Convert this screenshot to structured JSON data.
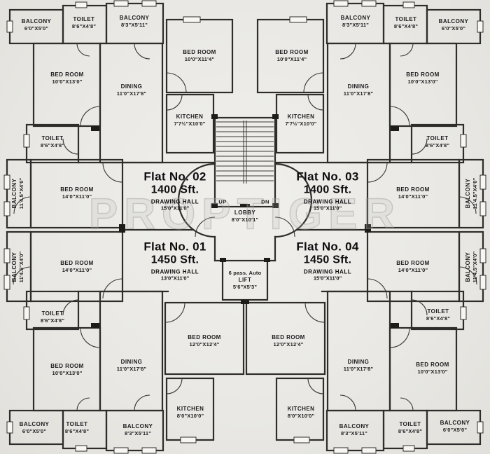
{
  "watermark": "PROPTIGER",
  "core": {
    "up": "UP",
    "dn": "DN",
    "lobby_name": "LOBBY",
    "lobby_dims": "8'0\"X10'1\"",
    "lift_line1": "6 pass. Auto",
    "lift_line2": "LIFT",
    "lift_dims": "5'6\"X5'3\""
  },
  "flats": {
    "flat01": {
      "title": "Flat No. 01",
      "area": "1450 Sft.",
      "hall": "DRAWING HALL",
      "hall_dims": "13'0\"X11'0\""
    },
    "flat02": {
      "title": "Flat No. 02",
      "area": "1400 Sft.",
      "hall": "DRAWING HALL",
      "hall_dims": "15'0\"X11'0\""
    },
    "flat03": {
      "title": "Flat No. 03",
      "area": "1400 Sft.",
      "hall": "DRAWING HALL",
      "hall_dims": "15'0\"X11'0\""
    },
    "flat04": {
      "title": "Flat No. 04",
      "area": "1450 Sft.",
      "hall": "DRAWING HALL",
      "hall_dims": "15'0\"X11'0\""
    }
  },
  "rooms": {
    "balcony_tl_a": {
      "name": "BALCONY",
      "dims": "6'0\"X5'0\""
    },
    "toilet_tl_a": {
      "name": "TOILET",
      "dims": "8'6\"X4'8\""
    },
    "balcony_tl_b": {
      "name": "BALCONY",
      "dims": "8'3\"X5'11\""
    },
    "bedroom_tl": {
      "name": "BED ROOM",
      "dims": "10'0\"X13'0\""
    },
    "dining_tl": {
      "name": "DINING",
      "dims": "11'0\"X17'8\""
    },
    "toilet_tl_b": {
      "name": "TOILET",
      "dims": "8'6\"X4'8\""
    },
    "bedroom_tc_left": {
      "name": "BED ROOM",
      "dims": "10'0\"X11'4\""
    },
    "bedroom_tc_right": {
      "name": "BED ROOM",
      "dims": "10'0\"X11'4\""
    },
    "kitchen_tc_left": {
      "name": "KITCHEN",
      "dims": "7'7½\"X10'0\""
    },
    "kitchen_tc_right": {
      "name": "KITCHEN",
      "dims": "7'7½\"X10'0\""
    },
    "balcony_tr_b": {
      "name": "BALCONY",
      "dims": "8'3\"X5'11\""
    },
    "toilet_tr_a": {
      "name": "TOILET",
      "dims": "8'6\"X4'8\""
    },
    "balcony_tr_a": {
      "name": "BALCONY",
      "dims": "6'0\"X5'0\""
    },
    "bedroom_tr": {
      "name": "BED ROOM",
      "dims": "10'0\"X13'0\""
    },
    "dining_tr": {
      "name": "DINING",
      "dims": "11'0\"X17'8\""
    },
    "toilet_tr_b": {
      "name": "TOILET",
      "dims": "8'6\"X4'8\""
    },
    "balcony_ml_top": {
      "name": "BALCONY",
      "dims": "11'4.5\"X4'0\""
    },
    "bedroom_ml_top": {
      "name": "BED ROOM",
      "dims": "14'0\"X11'0\""
    },
    "balcony_ml_bot": {
      "name": "BALCONY",
      "dims": "11'4.5\"X4'0\""
    },
    "bedroom_ml_bot": {
      "name": "BED ROOM",
      "dims": "14'0\"X11'0\""
    },
    "bedroom_mr_top": {
      "name": "BED ROOM",
      "dims": "14'0\"X11'0\""
    },
    "balcony_mr_top": {
      "name": "BALCONY",
      "dims": "11'4.5\"X4'0\""
    },
    "bedroom_mr_bot": {
      "name": "BED ROOM",
      "dims": "14'0\"X11'0\""
    },
    "balcony_mr_bot": {
      "name": "BALCONY",
      "dims": "11'4.5\"X4'0\""
    },
    "toilet_bl_top": {
      "name": "TOILET",
      "dims": "8'6\"X4'8\""
    },
    "bedroom_bl": {
      "name": "BED ROOM",
      "dims": "10'0\"X13'0\""
    },
    "dining_bl": {
      "name": "DINING",
      "dims": "11'0\"X17'8\""
    },
    "balcony_bl_a": {
      "name": "BALCONY",
      "dims": "6'0\"X5'0\""
    },
    "toilet_bl_bot": {
      "name": "TOILET",
      "dims": "8'6\"X4'8\""
    },
    "balcony_bl_b": {
      "name": "BALCONY",
      "dims": "8'3\"X5'11\""
    },
    "bedroom_bc_left": {
      "name": "BED ROOM",
      "dims": "12'0\"X12'4\""
    },
    "bedroom_bc_right": {
      "name": "BED ROOM",
      "dims": "12'0\"X12'4\""
    },
    "kitchen_bc_left": {
      "name": "KITCHEN",
      "dims": "8'0\"X10'0\""
    },
    "kitchen_bc_right": {
      "name": "KITCHEN",
      "dims": "8'0\"X10'0\""
    },
    "toilet_br_top": {
      "name": "TOILET",
      "dims": "8'6\"X4'8\""
    },
    "dining_br": {
      "name": "DINING",
      "dims": "11'0\"X17'8\""
    },
    "bedroom_br": {
      "name": "BED ROOM",
      "dims": "10'0\"X13'0\""
    },
    "balcony_br_b": {
      "name": "BALCONY",
      "dims": "8'3\"X5'11\""
    },
    "toilet_br_bot": {
      "name": "TOILET",
      "dims": "8'6\"X4'8\""
    },
    "balcony_br_a": {
      "name": "BALCONY",
      "dims": "6'0\"X5'0\""
    }
  }
}
